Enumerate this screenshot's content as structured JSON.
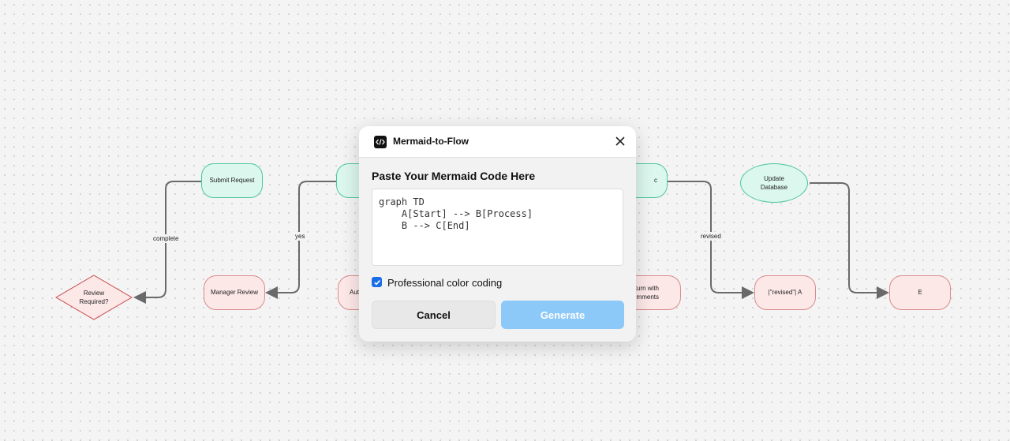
{
  "flowchart": {
    "nodes": {
      "submit_request": "Submit Request",
      "review_required": "Review\nRequired?",
      "manager_review": "Manager Review",
      "auto_partial": "Aut",
      "return_comments_line1": "turn with",
      "return_comments_line2": "mments",
      "revised_a": "|\"revised\"| A",
      "update_database": "Update\nDatabase",
      "e_node": "E"
    },
    "edge_labels": {
      "complete": "complete",
      "yes": "yes",
      "revised": "revised"
    }
  },
  "dialog": {
    "title": "Mermaid-to-Flow",
    "app_icon": "code-icon",
    "close_icon": "close-icon",
    "heading": "Paste Your Mermaid Code Here",
    "code_value": "graph TD\n    A[Start] --> B[Process]\n    B --> C[End]",
    "checkbox": {
      "label": "Professional color coding",
      "checked": true
    },
    "cancel_label": "Cancel",
    "generate_label": "Generate"
  },
  "colors": {
    "green_fill": "#dcf7ee",
    "green_border": "#4cc79a",
    "red_fill": "#fde8e8",
    "red_border": "#d98b8b",
    "accent_blue": "#1a6fe8",
    "generate_disabled": "#8cc8f8"
  }
}
